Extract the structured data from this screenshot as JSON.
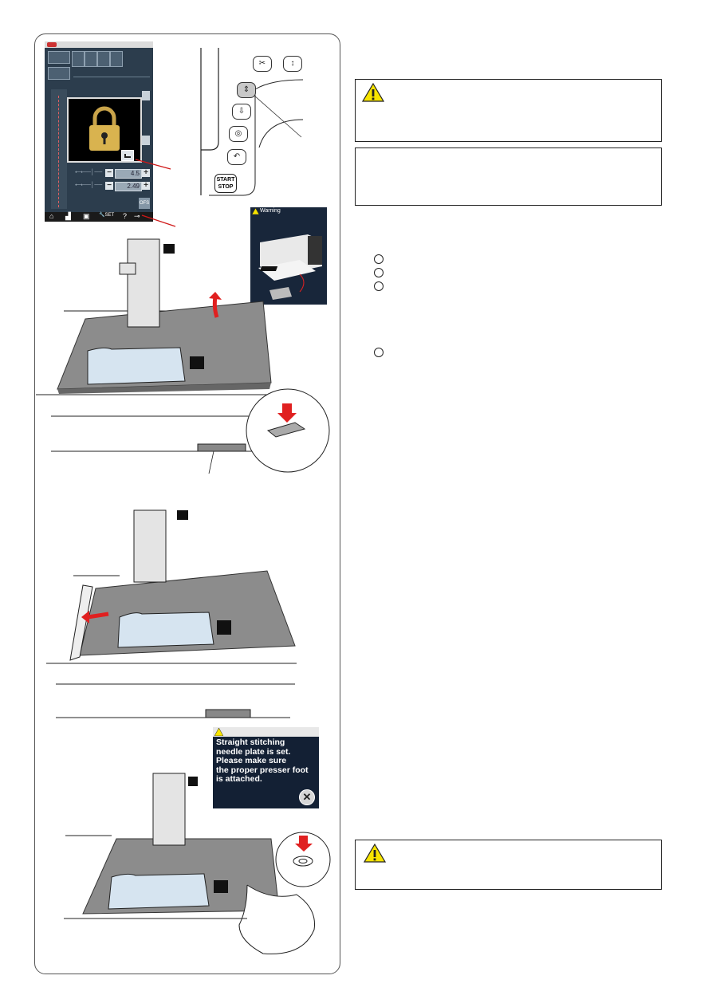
{
  "lcd_screen": {
    "values": [
      "4.5",
      "2.49"
    ],
    "ofs_label": "OFS",
    "bottom_icons": [
      "home-icon",
      "sewing-machine-icon",
      "folder-icon",
      "set-icon",
      "help-icon",
      "key-icon"
    ],
    "set_label": "SET",
    "help_label": "?"
  },
  "machine_buttons": {
    "start_stop_line1": "START",
    "start_stop_line2": "STOP"
  },
  "warning_screen_1": {
    "title": "Warning"
  },
  "warning_screen_2": {
    "message_lines": [
      "Straight stitching",
      "needle plate is set.",
      "Please make sure",
      "the proper presser foot",
      "is attached."
    ]
  },
  "colors": {
    "accent_red": "#e02020",
    "warning_yellow": "#f7e400",
    "lcd_blue": "#2c3d4d",
    "plate_grey": "#8c8c8c"
  }
}
